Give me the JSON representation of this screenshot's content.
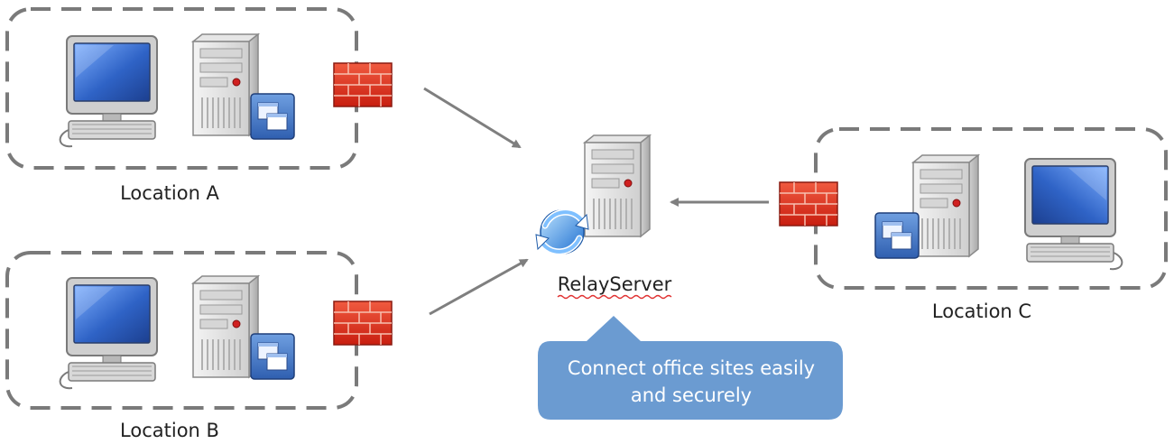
{
  "locations": {
    "a": {
      "label": "Location A"
    },
    "b": {
      "label": "Location B"
    },
    "c": {
      "label": "Location C"
    }
  },
  "relay": {
    "label": "RelayServer"
  },
  "callout": {
    "line1": "Connect office sites easily",
    "line2": "and securely"
  },
  "icons": {
    "monitor": "desktop-computer-icon",
    "server": "server-tower-icon",
    "firewall": "firewall-brick-icon",
    "sync": "sync-globe-icon",
    "window": "application-window-icon"
  },
  "colors": {
    "box_dash": "#7a7a7a",
    "arrow": "#7f7f7f",
    "brick": "#d9291c",
    "callout": "#6b9bd1",
    "screen": "#3f72c8",
    "label_underline": "#e03030"
  }
}
